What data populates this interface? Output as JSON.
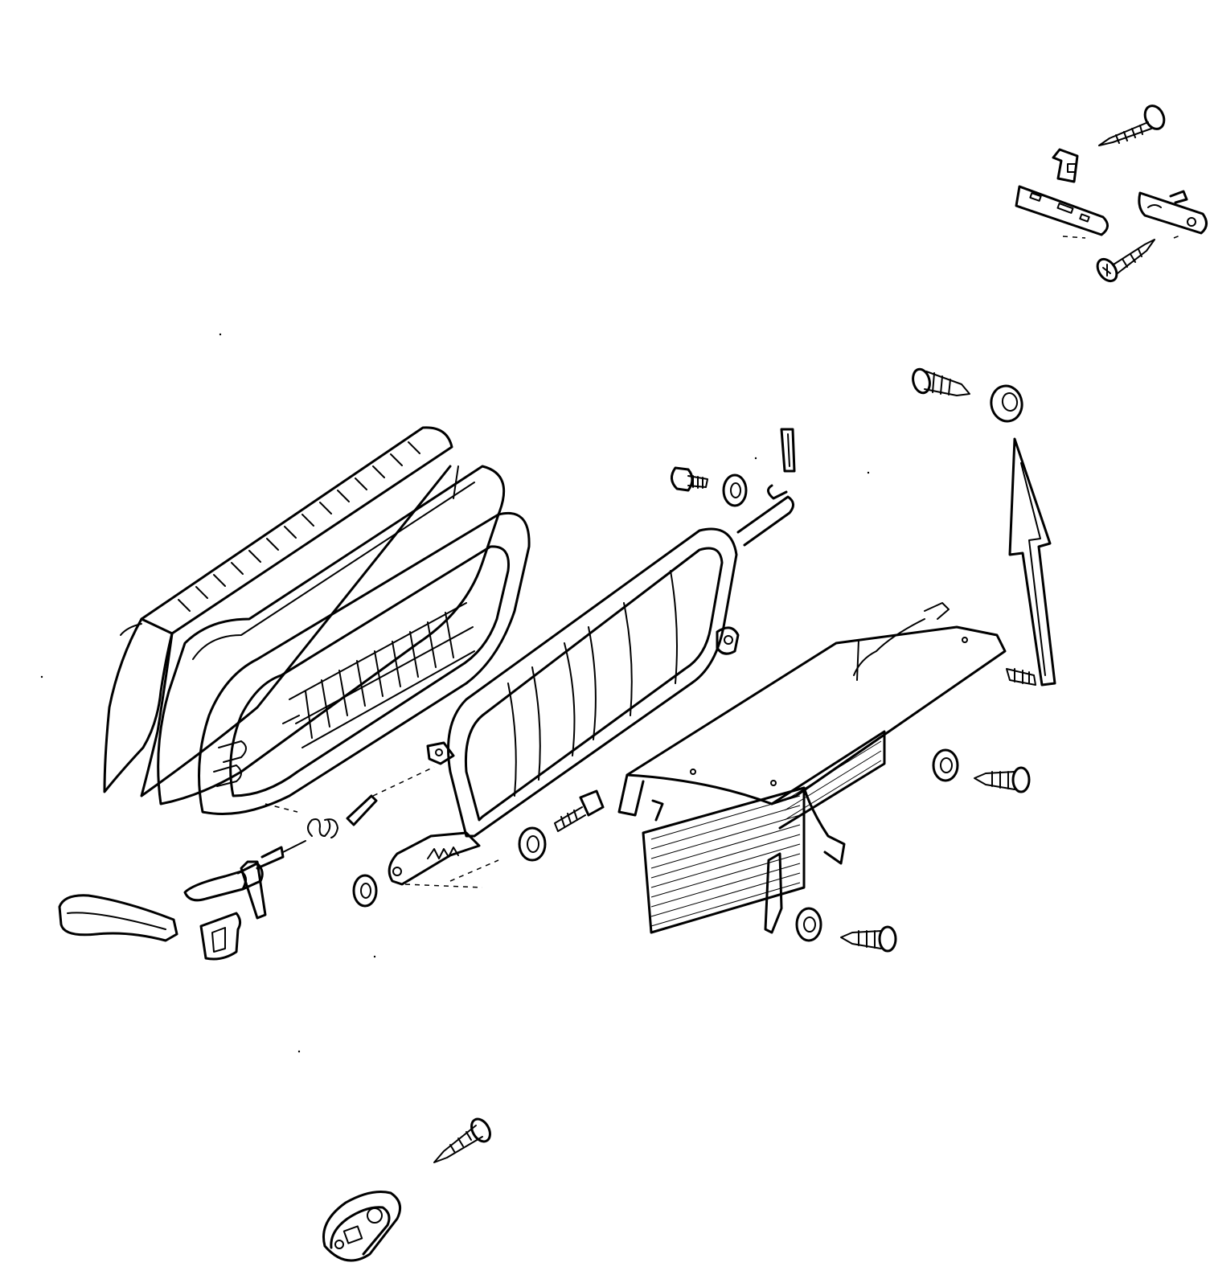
{
  "diagram": {
    "kind": "exploded-parts-view",
    "line_color": "#000000",
    "background": "#ffffff",
    "parts": [
      "seat-back-cushion",
      "spring-frame",
      "seat-back-frame",
      "trim-panel",
      "hinge-bracket-plate",
      "hinge-latch",
      "spring-clip",
      "recline-lever",
      "recline-sector",
      "pull-strap",
      "bezel",
      "screws",
      "washers",
      "spacer"
    ],
    "indicator": {
      "type": "hollow-arrow",
      "direction": "up"
    }
  }
}
